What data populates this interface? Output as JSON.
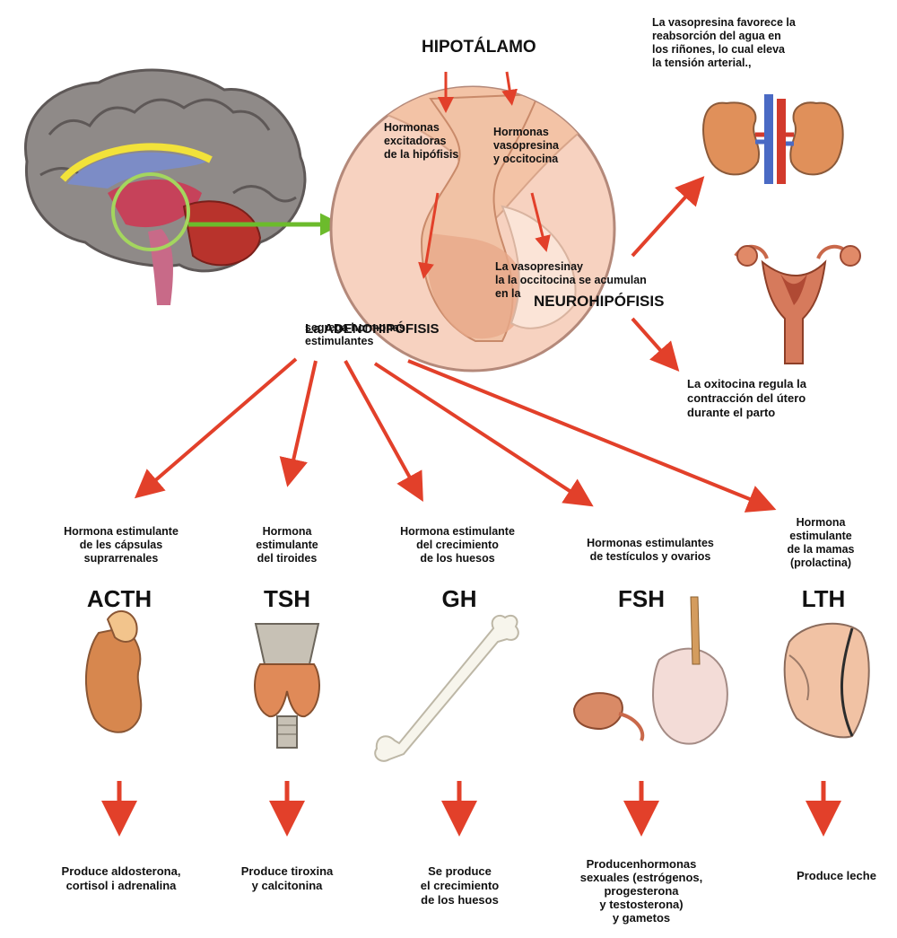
{
  "colors": {
    "arrow": "#e2402a",
    "green_arrow": "#6cbb2c",
    "brain": "#8f8a88",
    "circle_bg": "#f7d2c0",
    "gland": "#f0b08a"
  },
  "hypothalamus": {
    "title": "HIPOTÁLAMO",
    "left_hormones": "Hormonas\nexcitadoras\nde la hipófisis",
    "right_hormones": "Hormonas\nvasopresina\ny occitocina",
    "accumulate": "La vasopresinay\nla la occitocina se acumulan\nen la",
    "neuro": "NEUROHIPÓFISIS"
  },
  "adeno": {
    "prefix": "La",
    "name": "ADENOHIPÓFISIS",
    "desc": "segrega hormonas\nestimulantes"
  },
  "right_effects": {
    "vasopressin": "La vasopresina favorece la\nreabsorción del agua en\nlos riñones, lo cual eleva\nla tensión arterial.,",
    "oxytocin": "La oxitocina regula la\ncontracción  del útero\ndurante el parto"
  },
  "hormones": [
    {
      "desc": "Hormona estimulante\nde les cápsulas\nsuprarrenales",
      "abbr": "ACTH",
      "effect": "Produce aldosterona,\ncortisol i adrenalina",
      "icon": "adrenal-gland-icon"
    },
    {
      "desc": "Hormona\nestimulante\ndel tiroides",
      "abbr": "TSH",
      "effect": "Produce tiroxina\ny calcitonina",
      "icon": "thyroid-icon"
    },
    {
      "desc": "Hormona estimulante\ndel crecimiento\nde los huesos",
      "abbr": "GH",
      "effect": "Se produce\nel crecimiento\nde los huesos",
      "icon": "bone-icon"
    },
    {
      "desc": "Hormonas estimulantes\nde testículos y ovarios",
      "abbr": "FSH",
      "effect": "Producenhormonas\nsexuales (estrógenos,\nprogesterona\ny testosterona)\ny gametos",
      "icon": "gonads-icon"
    },
    {
      "desc": "Hormona\nestimulante\nde la mamas\n(prolactina)",
      "abbr": "LTH",
      "effect": "Produce leche",
      "icon": "breast-icon"
    }
  ]
}
